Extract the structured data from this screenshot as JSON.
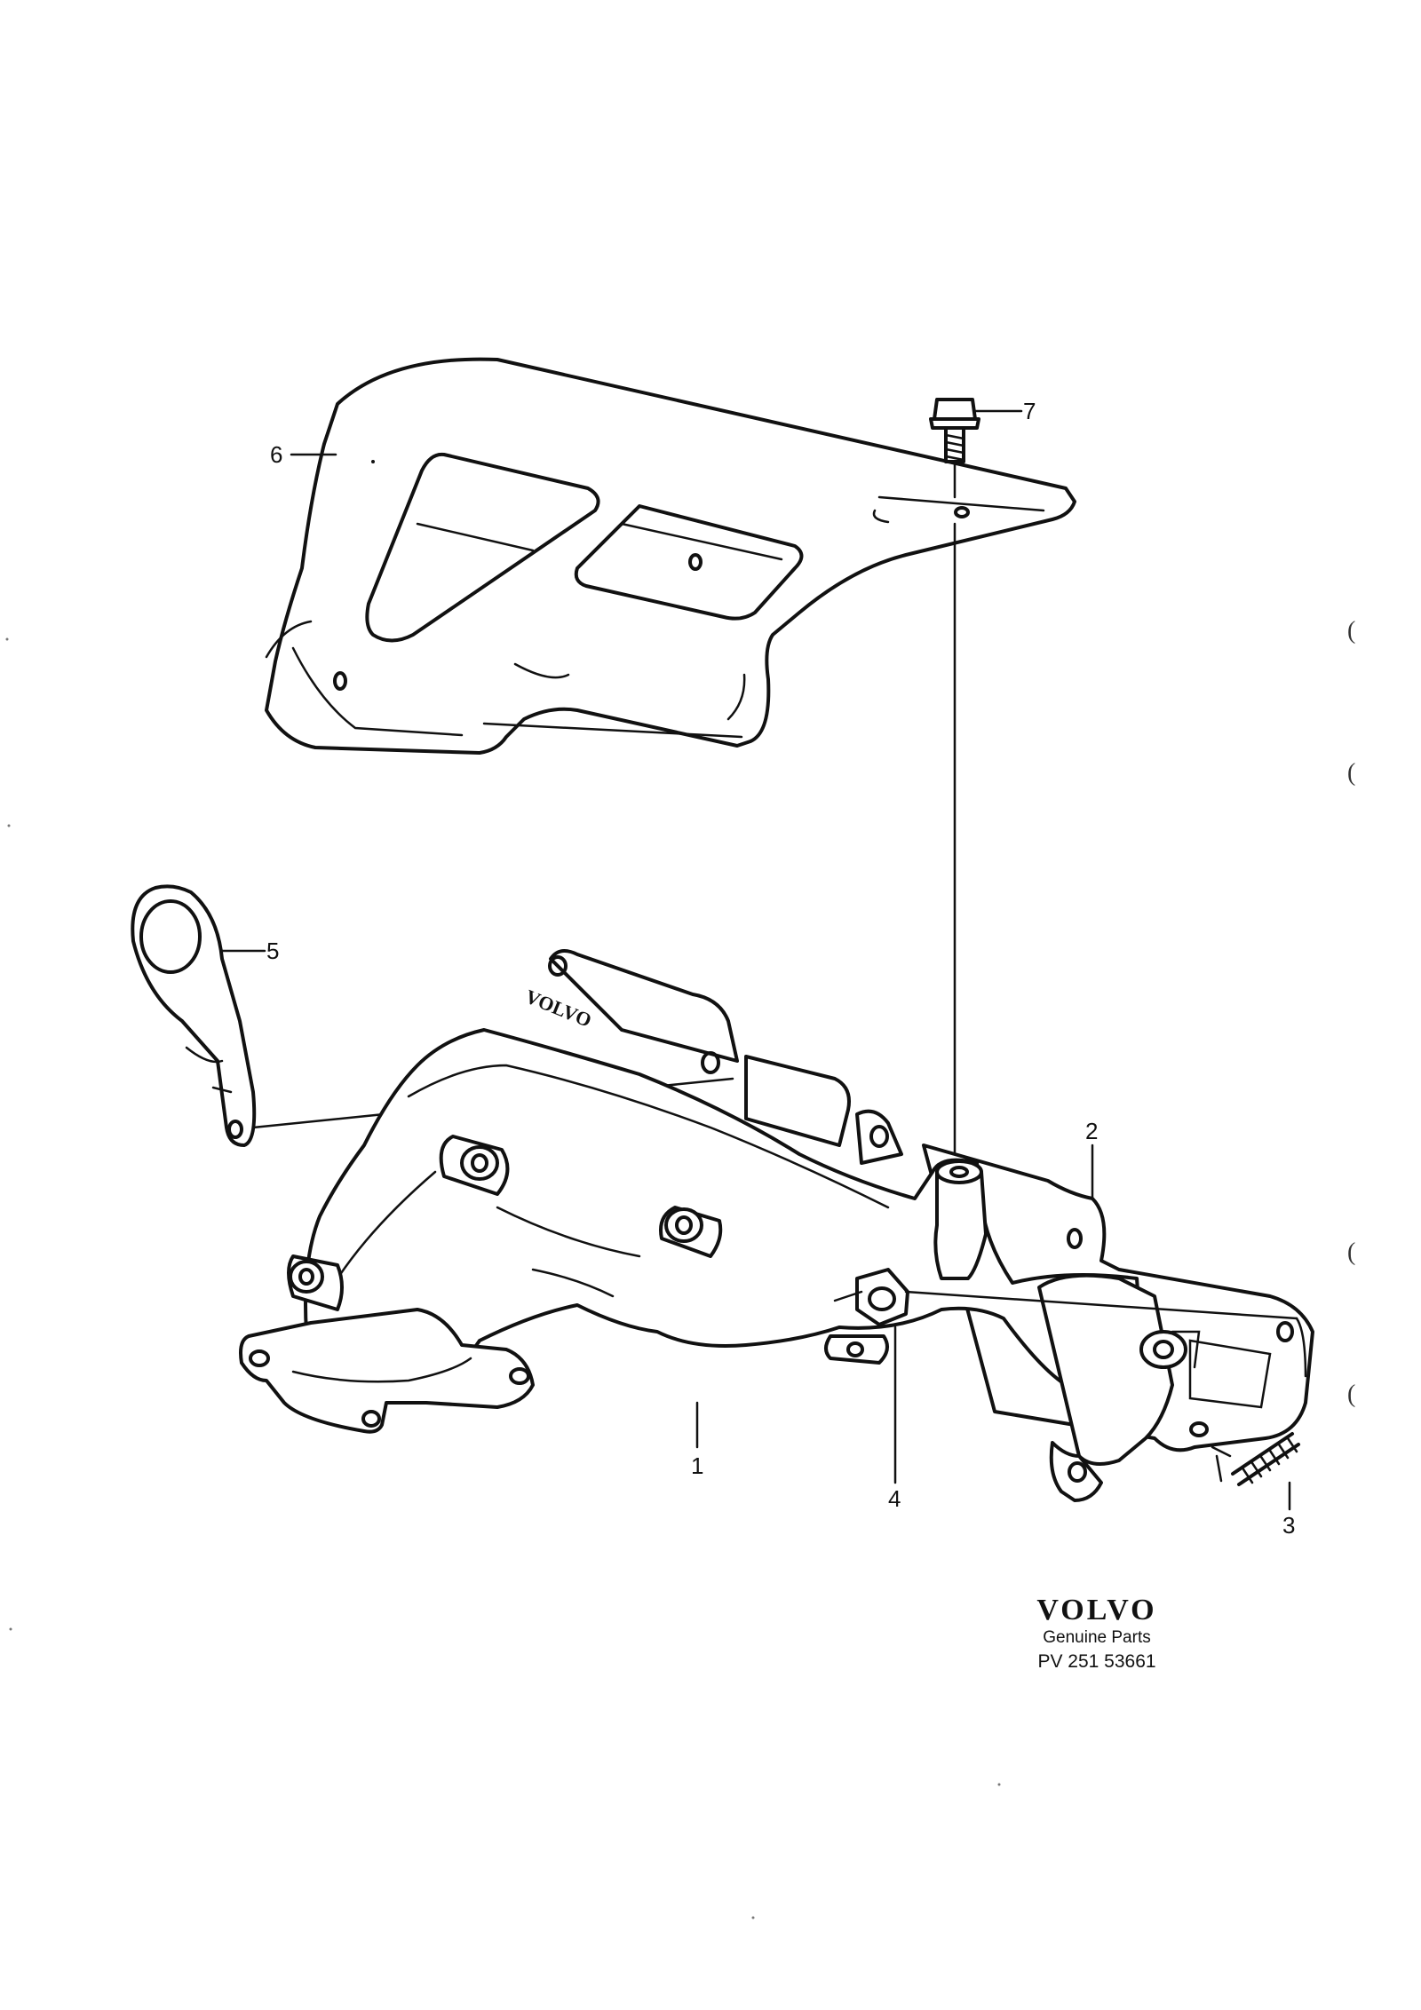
{
  "callouts": [
    {
      "id": "1",
      "label": "1"
    },
    {
      "id": "2",
      "label": "2"
    },
    {
      "id": "3",
      "label": "3"
    },
    {
      "id": "4",
      "label": "4"
    },
    {
      "id": "5",
      "label": "5"
    },
    {
      "id": "6",
      "label": "6"
    },
    {
      "id": "7",
      "label": "7"
    }
  ],
  "manifold_embossing": "VOLVO",
  "brand": {
    "logo": "VOLVO",
    "subtitle": "Genuine Parts",
    "part_number": "PV 251 53661"
  },
  "margin_marks": [
    "(",
    "(",
    "(",
    "("
  ]
}
